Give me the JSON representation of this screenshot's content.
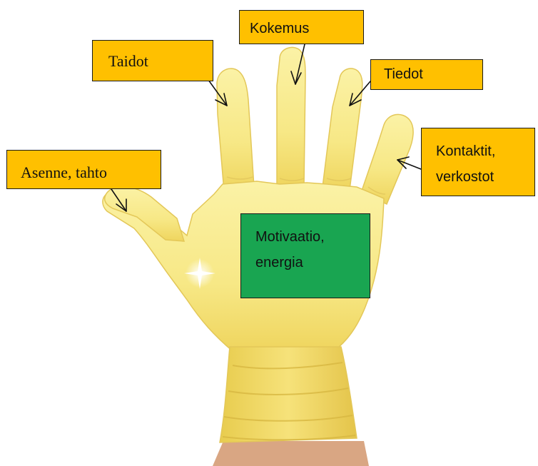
{
  "labels": {
    "kokemus": "Kokemus",
    "taidot": "Taidot",
    "tiedot": "Tiedot",
    "kontaktit": "Kontaktit,\nverkostot",
    "asenne": "Asenne, tahto",
    "motivaatio": "Motivaatio,\nenergia"
  },
  "colors": {
    "label_fill": "#ffc000",
    "center_fill": "#19a551",
    "glove": "#f7e98a",
    "skin": "#d9a683"
  },
  "icons": {
    "glove": "yellow-glove-hand",
    "arrows": "line-arrow"
  }
}
